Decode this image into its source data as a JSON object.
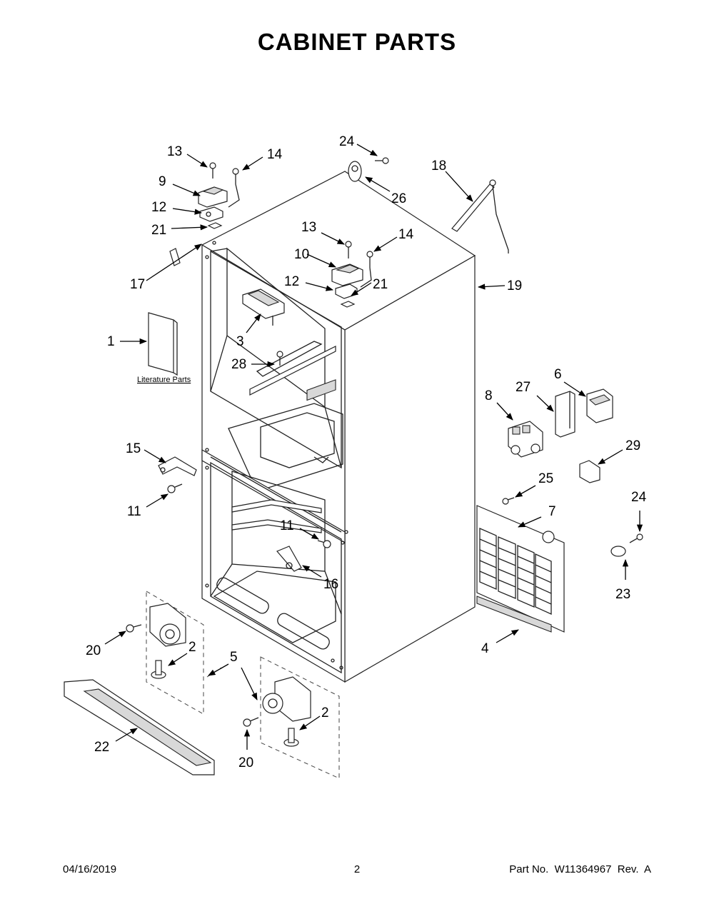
{
  "header": {
    "title": "CABINET PARTS"
  },
  "diagram": {
    "literature_label": "Literature Parts",
    "callouts": [
      {
        "id": "c13a",
        "label": "13"
      },
      {
        "id": "c14a",
        "label": "14"
      },
      {
        "id": "c9",
        "label": "9"
      },
      {
        "id": "c12a",
        "label": "12"
      },
      {
        "id": "c21a",
        "label": "21"
      },
      {
        "id": "c17",
        "label": "17"
      },
      {
        "id": "c24a",
        "label": "24"
      },
      {
        "id": "c26",
        "label": "26"
      },
      {
        "id": "c18",
        "label": "18"
      },
      {
        "id": "c13b",
        "label": "13"
      },
      {
        "id": "c14b",
        "label": "14"
      },
      {
        "id": "c10",
        "label": "10"
      },
      {
        "id": "c12b",
        "label": "12"
      },
      {
        "id": "c21b",
        "label": "21"
      },
      {
        "id": "c19",
        "label": "19"
      },
      {
        "id": "c3",
        "label": "3"
      },
      {
        "id": "c1",
        "label": "1"
      },
      {
        "id": "c28",
        "label": "28"
      },
      {
        "id": "c8",
        "label": "8"
      },
      {
        "id": "c27",
        "label": "27"
      },
      {
        "id": "c6",
        "label": "6"
      },
      {
        "id": "c29",
        "label": "29"
      },
      {
        "id": "c15",
        "label": "15"
      },
      {
        "id": "c11a",
        "label": "11"
      },
      {
        "id": "c25",
        "label": "25"
      },
      {
        "id": "c7",
        "label": "7"
      },
      {
        "id": "c24b",
        "label": "24"
      },
      {
        "id": "c11b",
        "label": "11"
      },
      {
        "id": "c16",
        "label": "16"
      },
      {
        "id": "c23",
        "label": "23"
      },
      {
        "id": "c20a",
        "label": "20"
      },
      {
        "id": "c2a",
        "label": "2"
      },
      {
        "id": "c5",
        "label": "5"
      },
      {
        "id": "c4",
        "label": "4"
      },
      {
        "id": "c2b",
        "label": "2"
      },
      {
        "id": "c22",
        "label": "22"
      },
      {
        "id": "c20b",
        "label": "20"
      }
    ]
  },
  "footer": {
    "date": "04/16/2019",
    "page": "2",
    "part_no": "Part No.  W11364967  Rev.  A"
  }
}
